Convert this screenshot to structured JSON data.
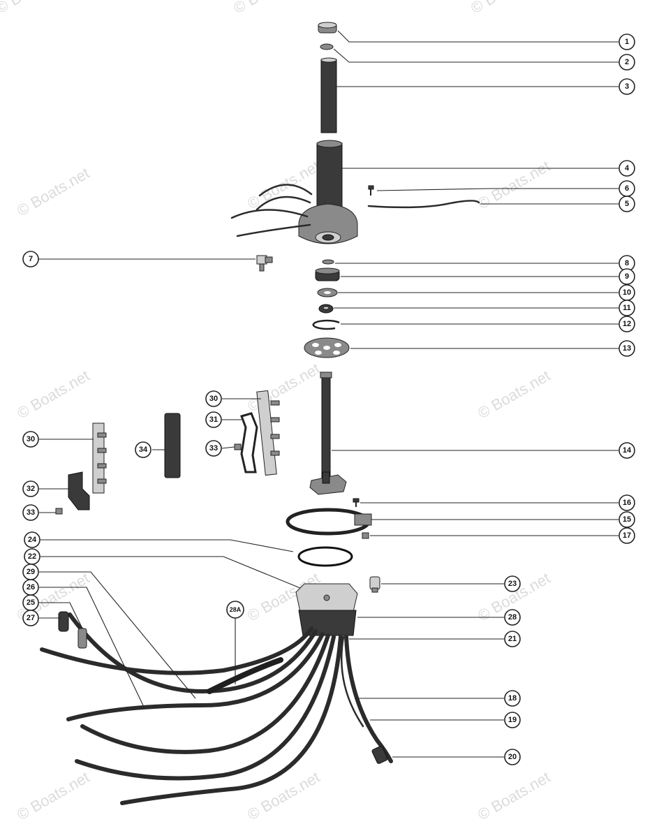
{
  "watermark": "© Boats.net",
  "callouts": [
    "1",
    "2",
    "3",
    "4",
    "5",
    "6",
    "7",
    "8",
    "9",
    "10",
    "11",
    "12",
    "13",
    "14",
    "15",
    "16",
    "17",
    "18",
    "19",
    "20",
    "21",
    "22",
    "23",
    "24",
    "25",
    "26",
    "27",
    "28",
    "28A",
    "29",
    "30",
    "30",
    "31",
    "32",
    "33",
    "33",
    "34"
  ]
}
